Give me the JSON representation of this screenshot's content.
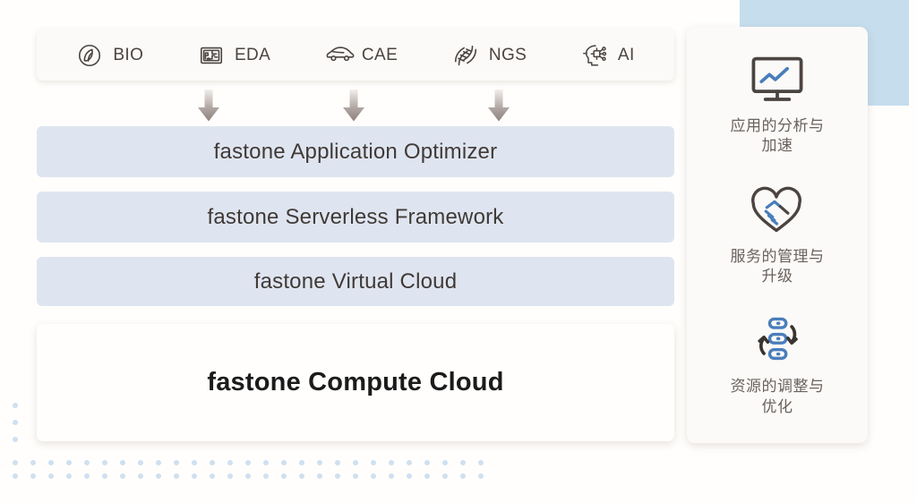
{
  "colors": {
    "page_background": "#fffefc",
    "band_blue": "#dfe5f0",
    "deco_blue": "#c5ddec",
    "dot_blue": "#cfe0f0",
    "icon_dark": "#4b4440",
    "icon_accent_blue": "#4a7ebb",
    "side_text": "#6b625e",
    "band_text": "#403a36",
    "base_text": "#1b1b1b"
  },
  "topbar": {
    "domains": [
      {
        "label": "BIO",
        "icon": "leaf-icon"
      },
      {
        "label": "EDA",
        "icon": "circuit-board-icon"
      },
      {
        "label": "CAE",
        "icon": "car-icon"
      },
      {
        "label": "NGS",
        "icon": "dna-helix-icon"
      },
      {
        "label": "AI",
        "icon": "ai-head-icon"
      }
    ]
  },
  "arrows": {
    "count": 3,
    "icon": "arrow-down-icon",
    "positions_x": [
      233,
      395,
      557
    ]
  },
  "stack": {
    "layers": [
      {
        "label": "fastone Application Optimizer"
      },
      {
        "label": "fastone Serverless Framework"
      },
      {
        "label": "fastone Virtual Cloud"
      }
    ],
    "base": {
      "label": "fastone Compute Cloud"
    }
  },
  "sidebar": {
    "items": [
      {
        "label": "应用的分析与\n加速",
        "line1": "应用的分析与",
        "line2": "加速",
        "icon": "monitor-chart-icon"
      },
      {
        "label": "服务的管理与\n升级",
        "line1": "服务的管理与",
        "line2": "升级",
        "icon": "handshake-heart-icon"
      },
      {
        "label": "资源的调整与\n优化",
        "line1": "资源的调整与",
        "line2": "优化",
        "icon": "resource-sync-icon"
      }
    ]
  },
  "decorations": {
    "top_right_rect": "decorative-blue-rectangle",
    "bottom_left_dots": "decorative-dot-grid"
  }
}
